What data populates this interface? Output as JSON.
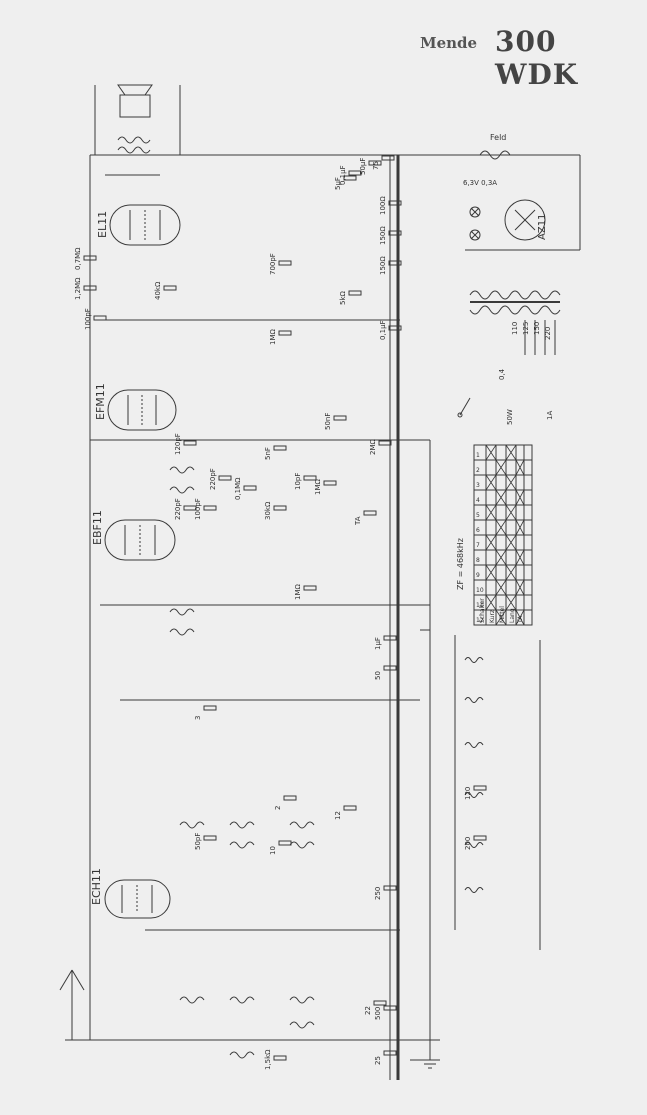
{
  "header": {
    "brand": "Mende",
    "model": "300 WDK"
  },
  "tubes": [
    {
      "id": "el",
      "label": "EL11"
    },
    {
      "id": "efm",
      "label": "EFM11"
    },
    {
      "id": "ebf",
      "label": "EBF11"
    },
    {
      "id": "ech",
      "label": "ECH11"
    },
    {
      "id": "az",
      "label": "AZ11"
    }
  ],
  "power": {
    "feld": "Feld",
    "lamp": "6,3V 0,3A",
    "mains_voltages": [
      "110",
      "125",
      "150",
      "220"
    ],
    "fuse_a": "0,4",
    "fuse_b": "1A",
    "power_rating": "50W"
  },
  "switch_table": {
    "caption": "ZF = 468kHz",
    "rows": [
      "Schalter",
      "Kurz",
      "Mittel",
      "Lang",
      "TA"
    ],
    "cols": [
      "1",
      "2",
      "3",
      "4",
      "5",
      "6",
      "7",
      "8",
      "9",
      "10",
      "11",
      "12"
    ]
  },
  "labels": [
    "5µF",
    "50µF",
    "75",
    "0,1µF",
    "100Ω",
    "150Ω",
    "700pF",
    "0,7MΩ",
    "40kΩ",
    "150Ω",
    "5kΩ",
    "1,2MΩ",
    "100pF",
    "1MΩ",
    "0,1µF",
    "50nF",
    "2MΩ",
    "5nF",
    "120pF",
    "220pF",
    "100pF",
    "0,1MΩ",
    "30kΩ",
    "1MΩ",
    "TA",
    "10pF",
    "220pF",
    "1MΩ",
    "250",
    "50pF",
    "3",
    "10",
    "2",
    "12",
    "22",
    "1,5kΩ",
    "500",
    "25",
    "1µF",
    "50",
    "120",
    "200"
  ]
}
